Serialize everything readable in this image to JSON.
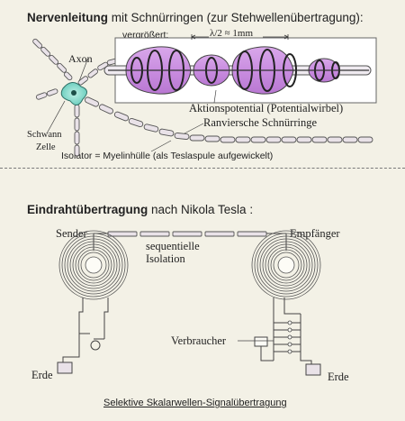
{
  "top": {
    "title_bold": "Nervenleitung",
    "title_rest": " mit Schnürringen (zur Stehwellenübertragung):",
    "vergroessert": "vergrößert:",
    "wavelength": "λ/2 ≈ 1mm",
    "axon": "Axon",
    "schwann": "Schwann",
    "zelle": "Zelle",
    "aktionspotential": "Aktionspotential (Potentialwirbel)",
    "ranvier": "Ranviersche Schnürringe",
    "isolator": "Isolator = Myelinhülle (als Teslaspule aufgewickelt)"
  },
  "bottom": {
    "title_bold": "Eindrahtübertragung",
    "title_rest": " nach Nikola Tesla   :",
    "sender": "Sender",
    "empfaenger": "Empfänger",
    "sequentielle": "sequentielle",
    "isolation": "Isolation",
    "verbraucher": "Verbraucher",
    "erde_left": "Erde",
    "erde_right": "Erde",
    "caption": "Selektive Skalarwellen-Signalübertragung"
  },
  "colors": {
    "myelin_purple": "#c98de0",
    "neuron_cyan": "#5fc9b8",
    "ink": "#222222"
  }
}
